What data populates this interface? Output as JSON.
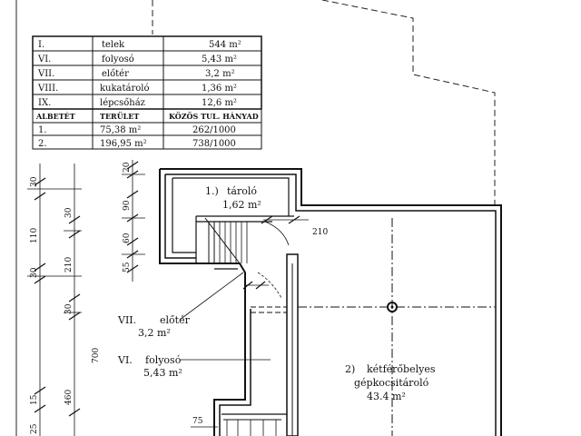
{
  "table": {
    "rows": [
      {
        "no": "I.",
        "name": "telek",
        "value": "544 m²"
      },
      {
        "no": "VI.",
        "name": "folyosó",
        "value": "5,43 m²"
      },
      {
        "no": "VII.",
        "name": "előtér",
        "value": "3,2 m²"
      },
      {
        "no": "VIII.",
        "name": "kukatároló",
        "value": "1,36 m²"
      },
      {
        "no": "IX.",
        "name": "lépcsőház",
        "value": "12,6 m²"
      }
    ],
    "header": {
      "no": "ALBETÉT",
      "name": "TERÜLET",
      "value": "KÖZÖS TUL. HÁNYAD"
    },
    "units": [
      {
        "no": "1.",
        "name": "75,38 m²",
        "value": "262/1000"
      },
      {
        "no": "2.",
        "name": "196,95 m²",
        "value": "738/1000"
      }
    ]
  },
  "rooms": {
    "storage": {
      "num": "1.)",
      "name": "tároló",
      "area": "1,62 m²"
    },
    "lobby": {
      "num": "VII.",
      "name": "előtér",
      "area": "3,2 m²"
    },
    "corridor": {
      "num": "VI.",
      "name": "folyosó",
      "area": "5,43 m²"
    },
    "garage": {
      "num": "2)",
      "name": "kétférőbelyes",
      "name2": "gépkocsitároló",
      "area": "43.4 m²"
    }
  },
  "dims": {
    "d30a": "30",
    "d30b": "30",
    "d30c": "30",
    "d30d": "30",
    "d110": "110",
    "d210a": "210",
    "d210b": "210",
    "d20": "20",
    "d90": "90",
    "d55": "55",
    "d60": "60",
    "d700": "700",
    "d460": "460",
    "d25": "25",
    "d75": "75",
    "d15": "15"
  }
}
